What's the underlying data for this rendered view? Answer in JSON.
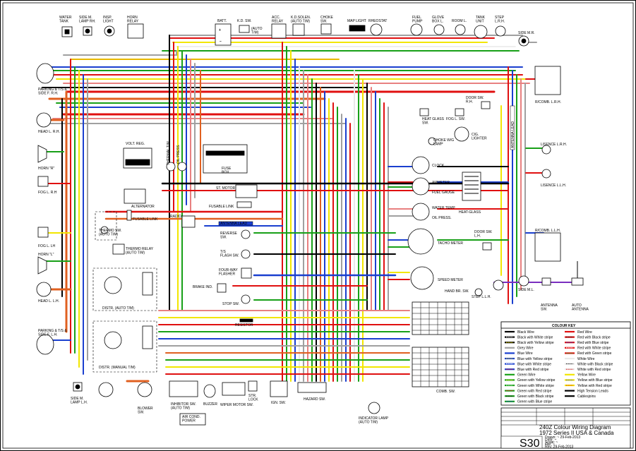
{
  "components": {
    "water_tank": "WATER\nTANK",
    "side_m_lamp_rh": "SIDE M.\nLAMP RH.",
    "insp_light": "INSP.\nLIGHT",
    "horn_relay": "HORN\nRELAY",
    "batt": "BATT.",
    "kd_sw": "K.D. SW.",
    "auto_tm_kd": "(AUTO\nT/M)",
    "acc_relay": "ACC.\nRELAY",
    "kd_solen": "K.D.SOLEN.\n(AUTO T/M)",
    "choke_sw": "CHOKE\nSW.",
    "map_light": "MAP LIGHT",
    "rheostat": "RHEOSTAT",
    "fuel_pump": "FUEL\nPUMP",
    "glove_box_l": "GLOVE\nBOX L.",
    "room_l": "ROOM L.",
    "tank_unit": "TANK\nUNIT",
    "step_lrh": "STEP\nL.R.H.",
    "side_mr": "SIDE M.R.",
    "parking_ts_side_frh": "PARKING & T/S &\nSIDE F. R.H.",
    "head_l_rh": "HEAD L. R.H.",
    "horn_r": "HORN \"R\"",
    "fog_l_rh": "FOG L. R.H",
    "fog_l_lh": "FOG L. LH",
    "horn_l": "HORN \"L\"",
    "head_l_lh": "HEAD L. L.H.",
    "parking_ts_side_flh": "PARKING & T/S &\nSIDE F. L.H.",
    "side_m_lamp_lh": "SIDE M.\nLAMP L.H.",
    "volt_reg": "VOLT. REG.",
    "thermal_tm": "THERMAL T/M",
    "oil_press": "OIL PRESS.",
    "fuse_box": "FUSE\nBOX",
    "st_motor": "ST. MOTOR",
    "fusable_link": "FUSABLE LINK",
    "fusable_link2": "FUSABLE LINK",
    "alternator": "ALTERNATOR",
    "radio": "RADIO",
    "antenna_lead": "ANTENNA LEAD",
    "thermo_sw": "THERMO SW.\n(AUTO T/M)",
    "thermo_relay": "THERMO RELAY\n(AUTO T/M)",
    "reverse_sw": "REVERSE\nSW.",
    "ts_flash_sw": "T/S\nFLASH SW.",
    "four_way_flasher": "FOUR-WAY\nFLASHER",
    "brake_ind": "BRAKE IND.",
    "stop_sw": "STOP SW.",
    "resistor": "RESISTOR",
    "distr_auto": "DISTR. (AUTO T/M)",
    "distr_manual": "DISTR. (MANUAL T/M)",
    "blower_sw": "BLOWER\nSW.",
    "inhibitor_sw": "INHIBITOR SW.\n(AUTO T/M)",
    "air_cond_power": "AIR COND.\nPOWER",
    "buzzer": "BUZZER",
    "wiper_motor_sw": "WIPER MOTOR SW.",
    "str_lock": "STR.\nLOCK",
    "ign_sw": "IGN. SW.",
    "hazard_sw": "HAZARD SW.",
    "indicator_lamp": "INDICATOR LAMP\n(AUTO T/M)",
    "comb_sw": "COMB. SW.",
    "door_sw_rh": "DOOR SW.\nR.H.",
    "heat_glass_sw": "HEAT GLASS\nSW.",
    "fog_l_sw": "FOG L. SW.",
    "choke_wg_lamp": "CHOKE W/G\nLAMP",
    "cig_lighter": "CIG.\nLIGHTER",
    "clock": "CLOCK",
    "ammeter": "AMMETER",
    "fuel_gauge": "FUEL GAUGE",
    "water_temp": "WATER TEMP",
    "oil_press_gauge": "OIL PRESS.",
    "heat_glass": "HEAT-GLASS",
    "tacho_meter": "TACHO METER",
    "speed_meter": "SPEED METER",
    "hand_br_sw": "HAND BR. SW.",
    "step_llh": "STEP L.L.H.",
    "door_sw_lh": "DOOR SW.\nL.H.",
    "r_comb_lrh": "R/COMB. L.R.H.",
    "r_comb_llh": "R/COMB. L.L.H.",
    "license_lrh": "LISENCE L.R.H.",
    "license_llh": "LISENCE L.L.H.",
    "antenna_sw": "ANTENNA\nSW.",
    "auto_antenna": "AUTO\nANTENNA",
    "side_ml": "SIDE M.L.",
    "antenna_lead_v": "ANTENNA LEAD"
  },
  "colour_key": {
    "title": "COLOUR KEY",
    "left": [
      {
        "label": "Black Wire",
        "color": "#000000",
        "stripe": null
      },
      {
        "label": "Black with White stripe",
        "color": "#000000",
        "stripe": "#ffffff"
      },
      {
        "label": "Black with Yellow stripe",
        "color": "#000000",
        "stripe": "#f2e600"
      },
      {
        "label": "Grey Wire",
        "color": "#a0a0a0",
        "stripe": null
      },
      {
        "label": "Blue Wire",
        "color": "#1a3fcf",
        "stripe": null
      },
      {
        "label": "Blue with Yellow stripe",
        "color": "#1a3fcf",
        "stripe": "#f2e600"
      },
      {
        "label": "Blue with White stripe",
        "color": "#1a3fcf",
        "stripe": "#ffffff"
      },
      {
        "label": "Blue with Red stripe",
        "color": "#1a3fcf",
        "stripe": "#e01010"
      },
      {
        "label": "Green Wire",
        "color": "#18a018",
        "stripe": null
      },
      {
        "label": "Green with Yellow stripe",
        "color": "#18a018",
        "stripe": "#f2e600"
      },
      {
        "label": "Green with White stripe",
        "color": "#18a018",
        "stripe": "#ffffff"
      },
      {
        "label": "Green with Red stripe",
        "color": "#18a018",
        "stripe": "#e01010"
      },
      {
        "label": "Green with Black stripe",
        "color": "#18a018",
        "stripe": "#000000"
      },
      {
        "label": "Green with Blue stripe",
        "color": "#18a018",
        "stripe": "#1a3fcf"
      }
    ],
    "right": [
      {
        "label": "Red Wire",
        "color": "#e01010",
        "stripe": null
      },
      {
        "label": "Red with Black stripe",
        "color": "#e01010",
        "stripe": "#000000"
      },
      {
        "label": "Red with Blue stripe",
        "color": "#e01010",
        "stripe": "#1a3fcf"
      },
      {
        "label": "Red with White stripe",
        "color": "#e01010",
        "stripe": "#ffffff"
      },
      {
        "label": "Red with Green stripe",
        "color": "#e01010",
        "stripe": "#18a018"
      },
      {
        "label": "White Wire",
        "color": "#e8e8e8",
        "stripe": null
      },
      {
        "label": "White with Black stripe",
        "color": "#e8e8e8",
        "stripe": "#000000"
      },
      {
        "label": "White with Red stripe",
        "color": "#e8e8e8",
        "stripe": "#e01010"
      },
      {
        "label": "Yellow Wire",
        "color": "#f2e600",
        "stripe": null
      },
      {
        "label": "Yellow with Blue stripe",
        "color": "#f2e600",
        "stripe": "#1a3fcf"
      },
      {
        "label": "Yellow with Red stripe",
        "color": "#f2e600",
        "stripe": "#e01010"
      },
      {
        "label": "High Tension Leads",
        "color": "#000000",
        "stripe": null
      },
      {
        "label": "Cablesjoins",
        "color": "#000000",
        "stripe": null
      }
    ]
  },
  "title_block": {
    "line1": "240Z Colour Wiring Diagram",
    "line2": "1972 Series II USA & Canada",
    "model": "S30",
    "meta": [
      "Drawn: ~ 29-Feb-2013",
      "Date: ~",
      "Scale: ~",
      "File: ~",
      "Rev: 29-Feb-2013"
    ]
  }
}
